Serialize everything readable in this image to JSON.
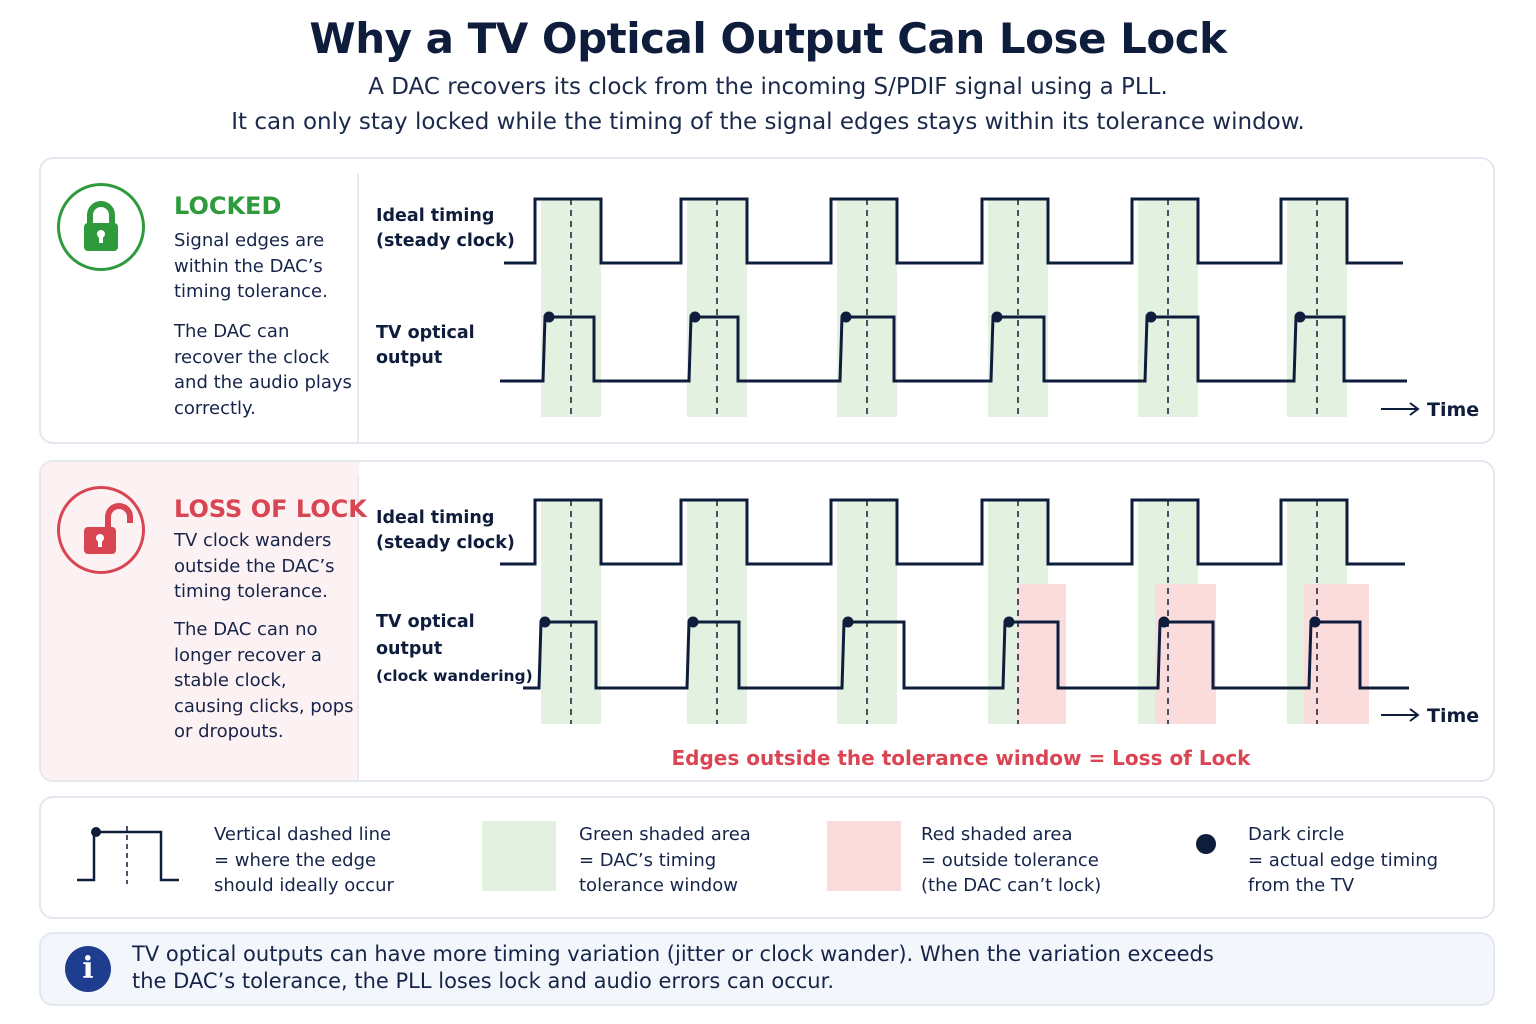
{
  "title": "Why a TV Optical Output Can Lose Lock",
  "subtitle_line1": "A DAC recovers its clock from the incoming S/PDIF signal using a PLL.",
  "subtitle_line2": "It can only stay locked while the timing of the signal edges stays within its tolerance window.",
  "locked": {
    "status": "LOCKED",
    "desc1": "Signal edges are within the DAC’s timing tolerance.",
    "desc2": "The DAC can recover the clock and the audio plays correctly.",
    "ideal_label_1": "Ideal timing",
    "ideal_label_2": "(steady clock)",
    "tv_label_1": "TV optical",
    "tv_label_2": "output",
    "time_label": "Time"
  },
  "loss": {
    "status": "LOSS OF LOCK",
    "desc1": "TV clock wanders outside the DAC’s timing tolerance.",
    "desc2": "The DAC can no longer recover a stable clock, causing clicks, pops or dropouts.",
    "ideal_label_1": "Ideal timing",
    "ideal_label_2": "(steady clock)",
    "tv_label_1": "TV optical",
    "tv_label_2": "output",
    "tv_label_3": "(clock wandering)",
    "time_label": "Time",
    "edges_note": "Edges outside the tolerance window = Loss of Lock"
  },
  "legend": {
    "dashed_1": "Vertical dashed line",
    "dashed_2": "= where the edge",
    "dashed_3": "should ideally occur",
    "green_1": "Green shaded area",
    "green_2": "= DAC’s timing",
    "green_3": "tolerance window",
    "red_1": "Red shaded area",
    "red_2": "= outside tolerance",
    "red_3": "(the DAC can’t lock)",
    "circle_1": "Dark circle",
    "circle_2": "= actual edge timing",
    "circle_3": "from the TV"
  },
  "info": {
    "icon_letter": "i",
    "text_line1": "TV optical outputs can have more timing variation (jitter or clock wander). When the variation exceeds",
    "text_line2": "the DAC’s tolerance, the PLL loses lock and audio errors can occur."
  },
  "colors": {
    "navy": "#0f1d3d",
    "green": "#2e9a3c",
    "red": "#d94553",
    "green_fill": "#e3f1e0",
    "red_fill": "#fbdcdd"
  },
  "icons": [
    "lock-closed-icon",
    "lock-open-icon",
    "info-icon",
    "arrow-right-icon"
  ]
}
